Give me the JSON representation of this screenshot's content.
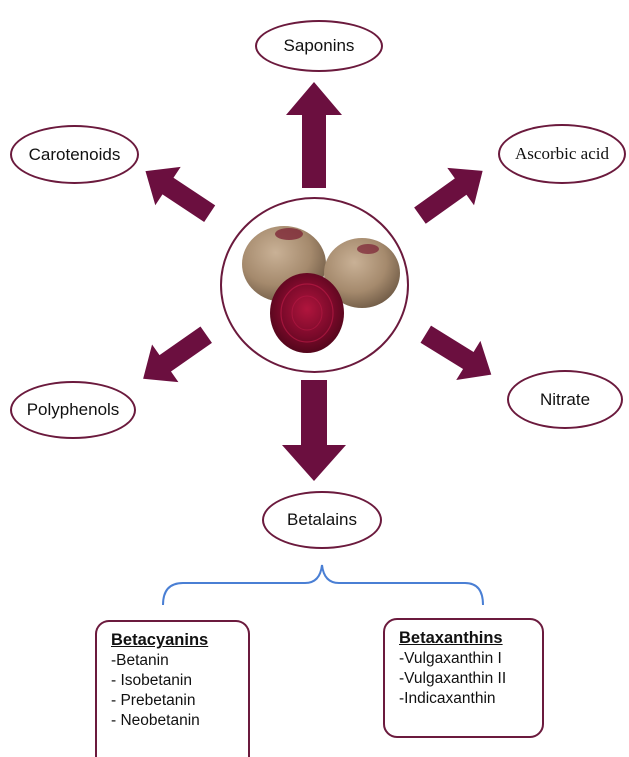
{
  "center": {
    "image": "beetroot-photo"
  },
  "nodes": {
    "saponins": "Saponins",
    "carotenoids": "Carotenoids",
    "ascorbic_acid": "Ascorbic acid",
    "polyphenols": "Polyphenols",
    "nitrate": "Nitrate",
    "betalains": "Betalains"
  },
  "betacyanins": {
    "title": "Betacyanins",
    "items": [
      "-Betanin",
      "- Isobetanin",
      "- Prebetanin",
      "- Neobetanin"
    ]
  },
  "betaxanthins": {
    "title": "Betaxanthins",
    "items": [
      "-Vulgaxanthin I",
      "-Vulgaxanthin II",
      "-Indicaxanthin"
    ]
  },
  "colors": {
    "arrow": "#6b0f3f",
    "outline": "#6b1a3d",
    "bracket": "#4a7fd4"
  }
}
